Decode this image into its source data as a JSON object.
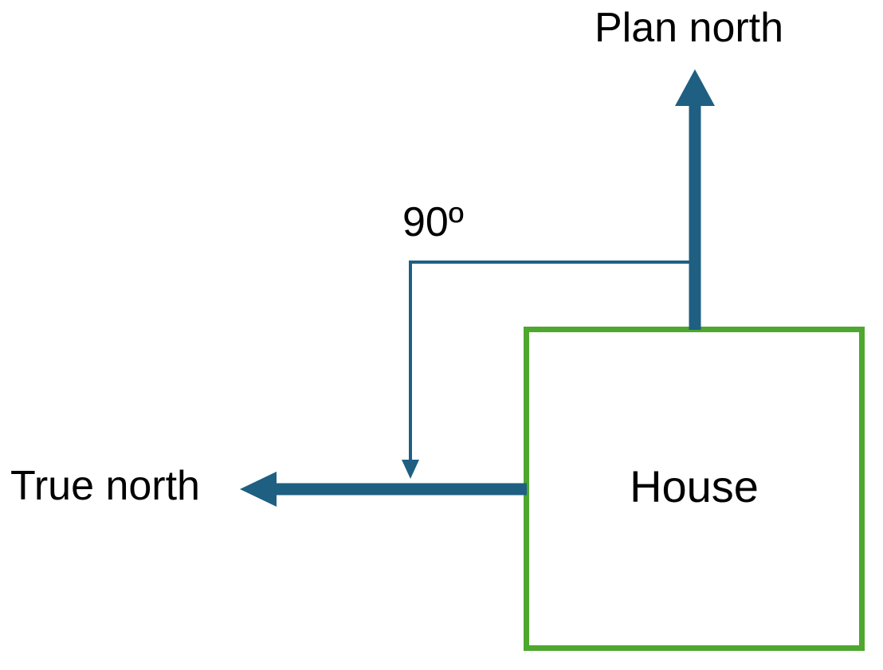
{
  "diagram": {
    "labels": {
      "plan_north": "Plan north",
      "true_north": "True north",
      "angle": "90º",
      "house": "House"
    },
    "colors": {
      "arrow": "#1E5F82",
      "house_border": "#4EA72E",
      "text": "#000000",
      "background": "#FFFFFF"
    }
  }
}
